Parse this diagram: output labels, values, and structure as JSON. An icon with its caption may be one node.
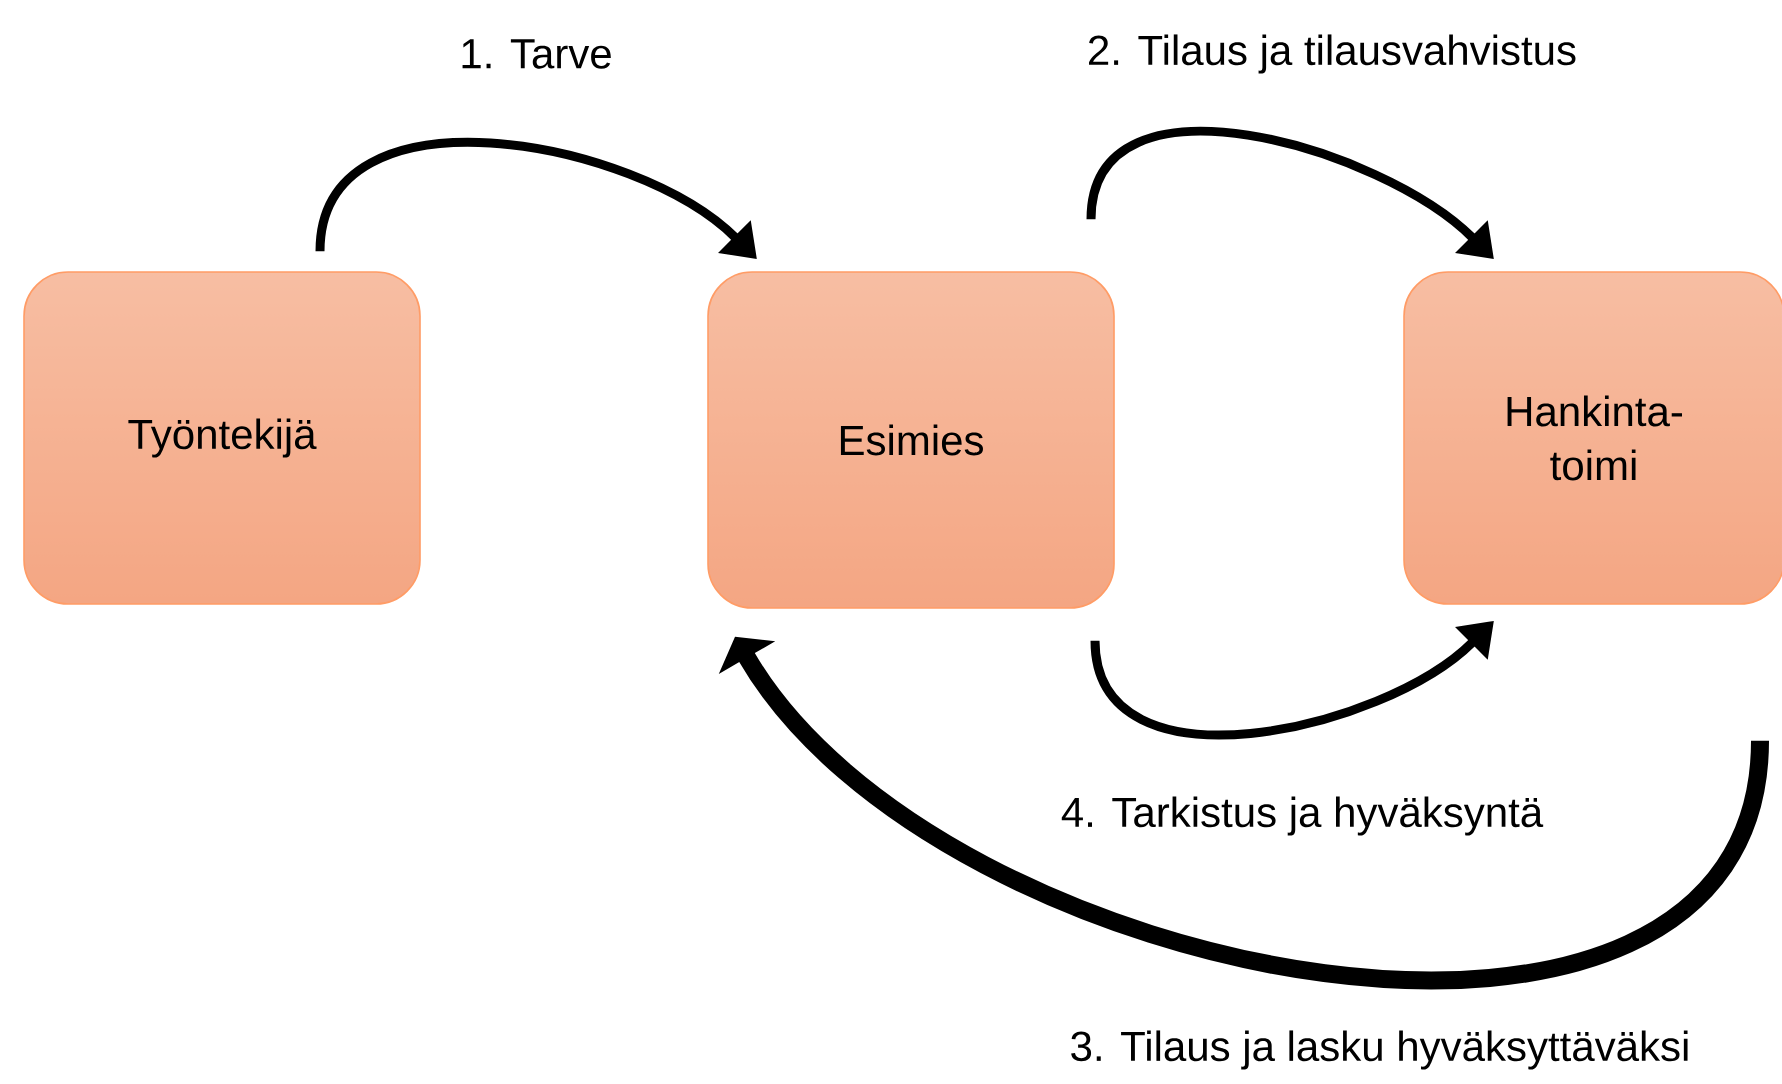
{
  "diagram": {
    "nodes": [
      {
        "text": [
          "Työntekijä"
        ]
      },
      {
        "text": [
          "Esimies"
        ]
      },
      {
        "text": [
          "Hankinta- toimi"
        ]
      }
    ],
    "edges": [
      {
        "from": 0,
        "to": 1,
        "arrow": "to",
        "label": "1. Tarve"
      },
      {
        "from": 1,
        "to": 2,
        "arrow": "to",
        "label": "2. Tilaus ja tilausvahvistus"
      },
      {
        "from": 2,
        "to": 1,
        "arrow": "to",
        "label": "3. Tilaus ja lasku hyväksyttäväksi",
        "style": "thick"
      },
      {
        "from": 1,
        "to": 2,
        "arrow": "to",
        "label": "4. Tarkistus ja hyväksyntä"
      }
    ]
  }
}
